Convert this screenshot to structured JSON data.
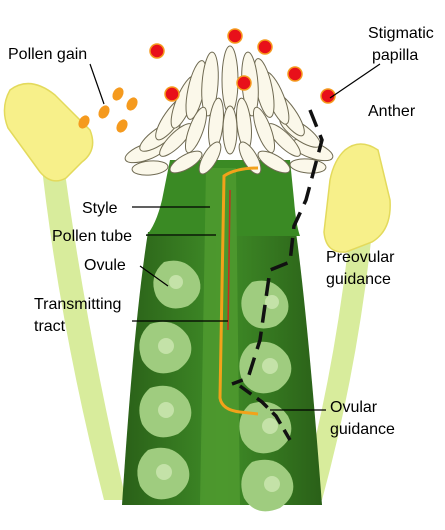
{
  "labels": {
    "pollen_grain": "Pollen gain",
    "stigmatic_papilla_line1": "Stigmatic",
    "stigmatic_papilla_line2": "papilla",
    "anther": "Anther",
    "style": "Style",
    "pollen_tube": "Pollen tube",
    "ovule": "Ovule",
    "transmitting_tract_line1": "Transmitting",
    "transmitting_tract_line2": "tract",
    "preovular_guidance_line1": "Preovular",
    "preovular_guidance_line2": "guidance",
    "ovular_guidance_line1": "Ovular",
    "ovular_guidance_line2": "guidance"
  },
  "colors": {
    "ovary_dark": "#2e6b1c",
    "ovary_light": "#3e8a26",
    "style_green": "#3a8a24",
    "transmitting_tract": "#4f9a2f",
    "ovule": "#9fcc7f",
    "ovule_light": "#c4e2a8",
    "papilla": "#fbf8ea",
    "anther": "#f7f08a",
    "filament": "#d8ec9c",
    "pollen": "#f59a1e",
    "pollen_tube": "#f2a21a",
    "papilla_pollen": "#e8101a",
    "guidance_line": "#111111"
  }
}
